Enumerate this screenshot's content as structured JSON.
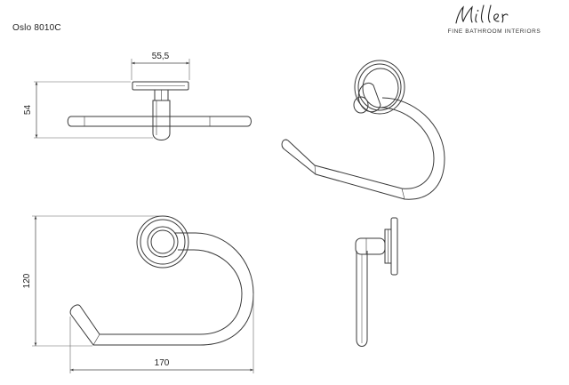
{
  "product_code": "Oslo 8010C",
  "brand": {
    "name": "Miller",
    "tagline": "FINE BATHROOM INTERIORS"
  },
  "dimensions": {
    "top_width": "55,5",
    "top_height": "54",
    "front_height": "120",
    "front_width": "170"
  },
  "colors": {
    "line": "#3a3a3a",
    "dimension_line": "#444444",
    "text": "#222222"
  }
}
